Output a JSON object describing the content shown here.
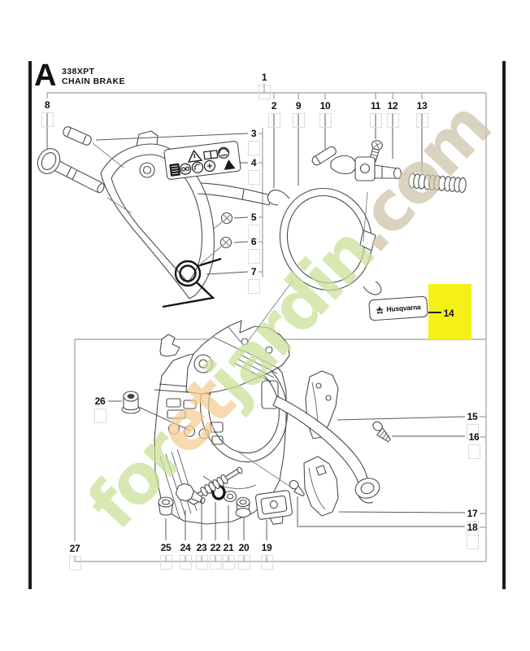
{
  "header": {
    "section_letter": "A",
    "model": "338XPT",
    "diagram_title": "CHAIN BRAKE"
  },
  "callout_labels": [
    "1",
    "2",
    "3",
    "4",
    "5",
    "6",
    "7",
    "8",
    "9",
    "10",
    "11",
    "12",
    "13",
    "14",
    "15",
    "16",
    "17",
    "18",
    "19",
    "20",
    "21",
    "22",
    "23",
    "24",
    "25",
    "26",
    "27"
  ],
  "highlighted_part": {
    "number": "14",
    "highlight_color": "#f5f116"
  },
  "husqvarna_decal": {
    "brand": "Husqvarna"
  },
  "warning_decal": {
    "icons": [
      "text-block",
      "warning-triangle",
      "manual-book",
      "face-shield",
      "safety-glasses",
      "ear-protection",
      "helmet",
      "kickback-warning-triangle"
    ]
  },
  "watermark": {
    "segments": [
      {
        "text": "for",
        "color": "#c9e096"
      },
      {
        "text": "et",
        "color": "#f4cd92"
      },
      {
        "text": "jardin",
        "color": "#c9e096"
      },
      {
        "text": ".com",
        "color": "#ccc3a7"
      }
    ]
  }
}
